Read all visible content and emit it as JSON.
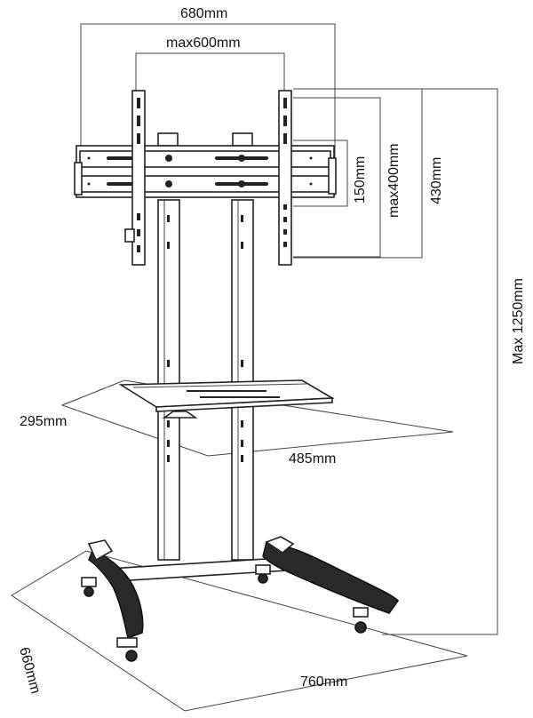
{
  "dimensions": {
    "mount_width": "680mm",
    "vesa_horizontal_max": "max600mm",
    "vesa_vertical_min": "150mm",
    "vesa_vertical_max": "max400mm",
    "mount_height": "430mm",
    "total_height_max": "Max 1250mm",
    "shelf_depth": "295mm",
    "shelf_width": "485mm",
    "base_depth": "660mm",
    "base_width": "760mm"
  }
}
